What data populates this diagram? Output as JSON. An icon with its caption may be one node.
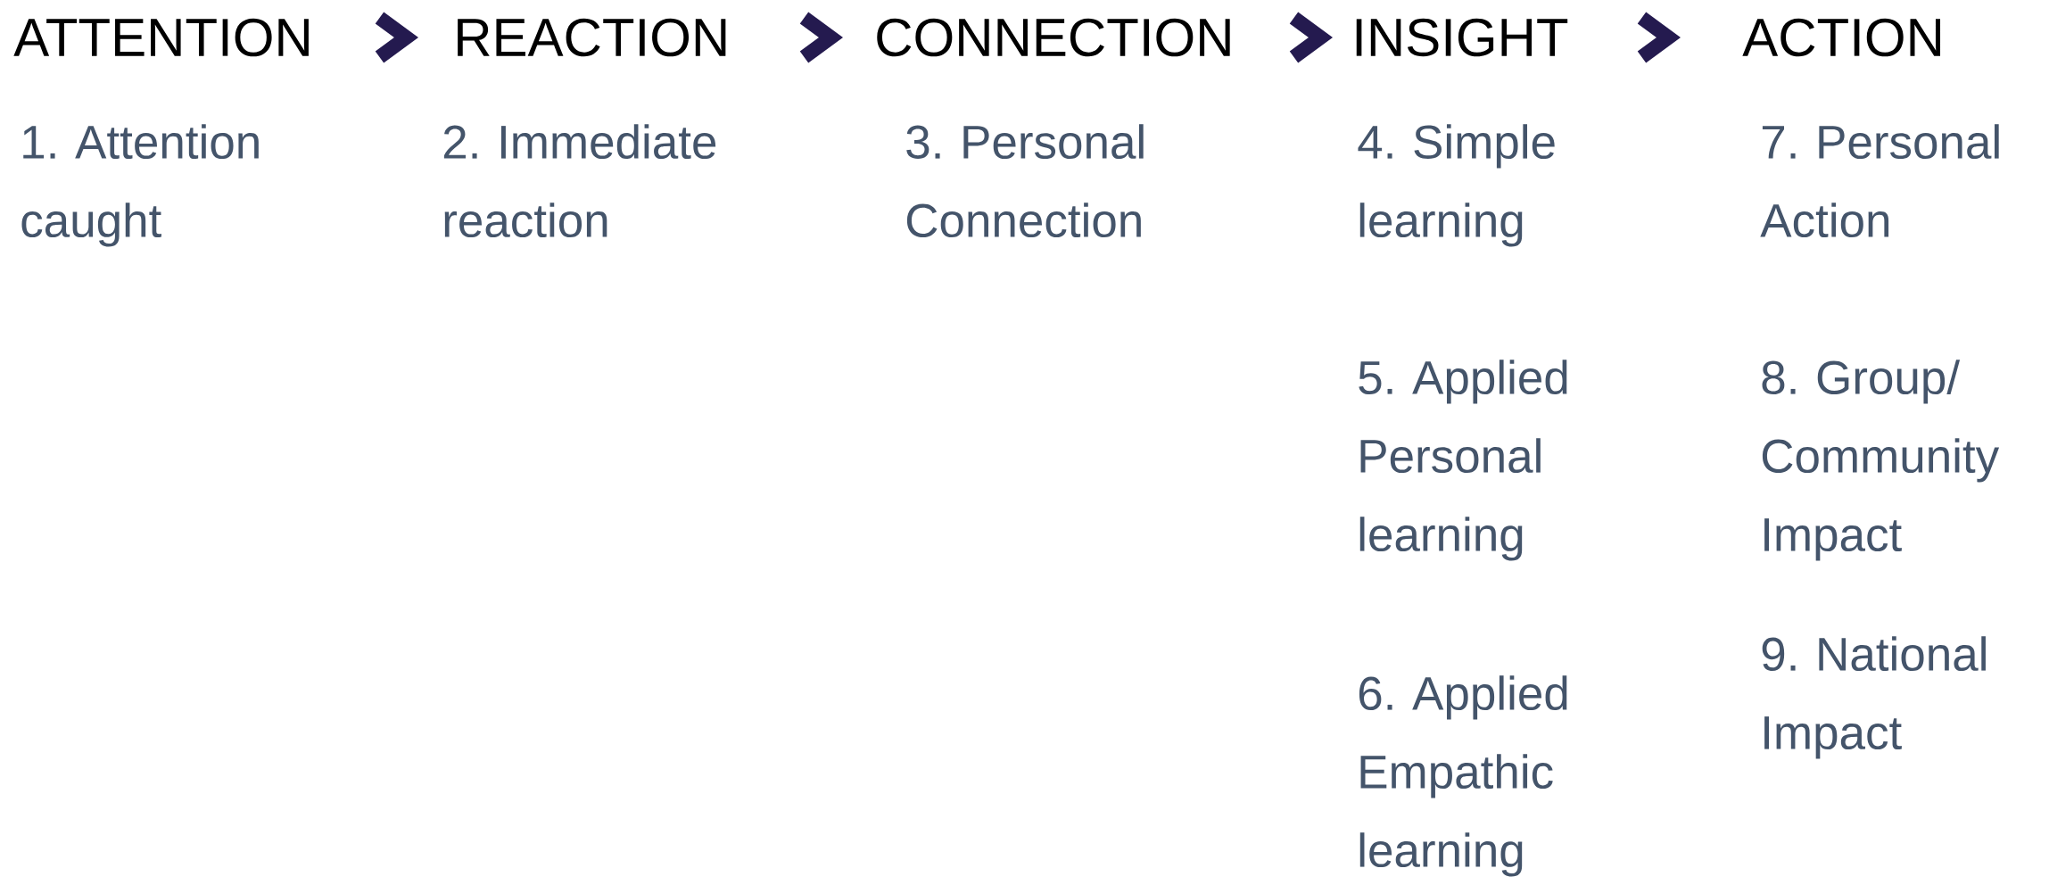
{
  "diagram": {
    "nodes": [
      {
        "text": [
          "ATTENTION"
        ]
      },
      {
        "text": [
          "REACTION"
        ]
      },
      {
        "text": [
          "CONNECTION"
        ]
      },
      {
        "text": [
          "INSIGHT"
        ]
      },
      {
        "text": [
          "ACTION"
        ]
      }
    ],
    "edges": [
      {
        "from": 0,
        "to": 1,
        "arrow": "to"
      },
      {
        "from": 1,
        "to": 2,
        "arrow": "to"
      },
      {
        "from": 2,
        "to": 3,
        "arrow": "to"
      },
      {
        "from": 3,
        "to": 4,
        "arrow": "to"
      }
    ],
    "labels": [
      "1. Attention caught",
      "2. Immediate reaction",
      "3. Personal Connection",
      "4. Simple learning",
      "7. Personal Action",
      "5. Applied Personal learning",
      "8. Group/ Community Impact",
      "9. National Impact",
      "6. Applied Empathic learning"
    ]
  }
}
